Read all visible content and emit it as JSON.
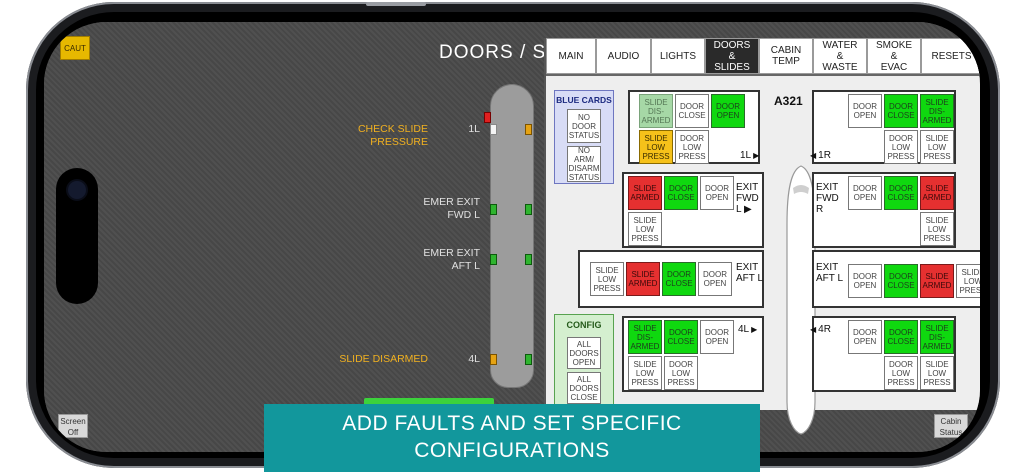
{
  "ecam": {
    "caution_label": "CAUT",
    "title": "DOORS / SL",
    "screen_off_label": "Screen Off",
    "cabin_status_label": "Cabin Status",
    "door_labels": [
      {
        "id": "check-slide-pressure",
        "text": "CHECK SLIDE PRESSURE",
        "color": "amber"
      },
      {
        "id": "door-1l",
        "text": "1L",
        "color": "white"
      },
      {
        "id": "emer-exit-fwd-l",
        "text": "EMER EXIT FWD L",
        "color": "white"
      },
      {
        "id": "emer-exit-aft-l",
        "text": "EMER EXIT AFT L",
        "color": "white"
      },
      {
        "id": "slide-disarmed",
        "text": "SLIDE DISARMED",
        "color": "amber"
      },
      {
        "id": "door-4l",
        "text": "4L",
        "color": "white"
      }
    ]
  },
  "tabs": [
    {
      "id": "main",
      "label": "MAIN",
      "active": false
    },
    {
      "id": "audio",
      "label": "AUDIO",
      "active": false
    },
    {
      "id": "lights",
      "label": "LIGHTS",
      "active": false
    },
    {
      "id": "doors-slides",
      "label": "DOORS & SLIDES",
      "active": true
    },
    {
      "id": "cabin-temp",
      "label": "CABIN TEMP",
      "active": false
    },
    {
      "id": "water-waste",
      "label": "WATER & WASTE",
      "active": false
    },
    {
      "id": "smoke-evac",
      "label": "SMOKE & EVAC",
      "active": false
    },
    {
      "id": "resets",
      "label": "RESETS",
      "active": false
    }
  ],
  "aircraft": "A321",
  "blue_cards": {
    "title": "BLUE CARDS",
    "buttons": [
      "NO DOOR STATUS",
      "NO ARM/ DISARM STATUS"
    ]
  },
  "config": {
    "title": "CONFIG",
    "buttons": [
      "ALL DOORS OPEN",
      "ALL DOORS CLOSE"
    ]
  },
  "doors": {
    "d1l": {
      "label": "1L",
      "buttons": [
        {
          "text": "SLIDE DIS-ARMED",
          "state": "lgreen"
        },
        {
          "text": "DOOR CLOSE",
          "state": "white"
        },
        {
          "text": "DOOR OPEN",
          "state": "green"
        },
        {
          "text": "SLIDE LOW PRESS",
          "state": "yellow"
        },
        {
          "text": "DOOR LOW PRESS",
          "state": "white"
        }
      ]
    },
    "d1r": {
      "label": "1R",
      "buttons": [
        {
          "text": "DOOR OPEN",
          "state": "white"
        },
        {
          "text": "DOOR CLOSE",
          "state": "green"
        },
        {
          "text": "SLIDE DIS-ARMED",
          "state": "green"
        },
        {
          "text": "DOOR LOW PRESS",
          "state": "white"
        },
        {
          "text": "SLIDE LOW PRESS",
          "state": "white"
        }
      ]
    },
    "dfwdl": {
      "label": "EXIT FWD L",
      "buttons": [
        {
          "text": "SLIDE ARMED",
          "state": "red"
        },
        {
          "text": "DOOR CLOSE",
          "state": "green"
        },
        {
          "text": "DOOR OPEN",
          "state": "white"
        },
        {
          "text": "SLIDE LOW PRESS",
          "state": "white"
        }
      ]
    },
    "dfwdr": {
      "label": "EXIT FWD R",
      "buttons": [
        {
          "text": "DOOR OPEN",
          "state": "white"
        },
        {
          "text": "DOOR CLOSE",
          "state": "green"
        },
        {
          "text": "SLIDE ARMED",
          "state": "red"
        },
        {
          "text": "SLIDE LOW PRESS",
          "state": "white"
        }
      ]
    },
    "daftl": {
      "label": "EXIT AFT L",
      "buttons": [
        {
          "text": "SLIDE LOW PRESS",
          "state": "white"
        },
        {
          "text": "SLIDE ARMED",
          "state": "red"
        },
        {
          "text": "DOOR CLOSE",
          "state": "green"
        },
        {
          "text": "DOOR OPEN",
          "state": "white"
        }
      ]
    },
    "daftr": {
      "label": "EXIT AFT L",
      "buttons": [
        {
          "text": "DOOR OPEN",
          "state": "white"
        },
        {
          "text": "DOOR CLOSE",
          "state": "green"
        },
        {
          "text": "SLIDE ARMED",
          "state": "red"
        },
        {
          "text": "SLIDE LOW PRESS",
          "state": "white"
        }
      ]
    },
    "d4l": {
      "label": "4L",
      "buttons": [
        {
          "text": "SLIDE DIS-ARMED",
          "state": "green"
        },
        {
          "text": "DOOR CLOSE",
          "state": "green"
        },
        {
          "text": "DOOR OPEN",
          "state": "white"
        },
        {
          "text": "SLIDE LOW PRESS",
          "state": "white"
        },
        {
          "text": "DOOR LOW PRESS",
          "state": "white"
        }
      ]
    },
    "d4r": {
      "label": "4R",
      "buttons": [
        {
          "text": "DOOR OPEN",
          "state": "white"
        },
        {
          "text": "DOOR CLOSE",
          "state": "green"
        },
        {
          "text": "SLIDE DIS-ARMED",
          "state": "green"
        },
        {
          "text": "DOOR LOW PRESS",
          "state": "white"
        },
        {
          "text": "SLIDE LOW PRESS",
          "state": "white"
        }
      ]
    }
  },
  "banner": {
    "line1": "ADD FAULTS AND SET SPECIFIC",
    "line2": "CONFIGURATIONS"
  }
}
